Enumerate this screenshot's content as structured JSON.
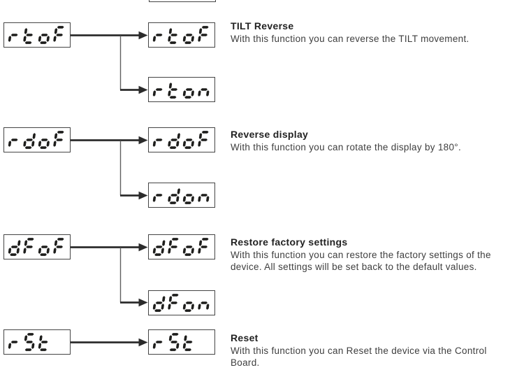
{
  "page": {
    "kind": "device-manual-menu-diagram",
    "background": "#ffffff"
  },
  "colors": {
    "segment": "#1d1d1b",
    "arrow": "#2b2b2b",
    "branch_line": "#5f5f5f",
    "box_border": "#454545",
    "heading_text": "#222222",
    "body_text": "#3e3e3e"
  },
  "top_partial_display": {
    "value": ""
  },
  "rows": [
    {
      "id": "tilt-reverse",
      "left_display": "rtoF",
      "right_displays": [
        "rtoF",
        "rton"
      ],
      "heading": "TILT Reverse",
      "description": "With this function you can reverse the TILT movement."
    },
    {
      "id": "reverse-display",
      "left_display": "rdoF",
      "right_displays": [
        "rdoF",
        "rdon"
      ],
      "heading": "Reverse display",
      "description": "With this function you can rotate the display by 180°."
    },
    {
      "id": "restore-factory-settings",
      "left_display": "dFoF",
      "right_displays": [
        "dFoF",
        "dFon"
      ],
      "heading": "Restore factory settings",
      "description": "With this function you can restore the factory settings of the device. All settings will be set back to the default values."
    },
    {
      "id": "reset",
      "left_display": "rSt",
      "right_displays": [
        "rSt"
      ],
      "heading": "Reset",
      "description": "With this function you can Reset the device via the Control Board."
    }
  ]
}
